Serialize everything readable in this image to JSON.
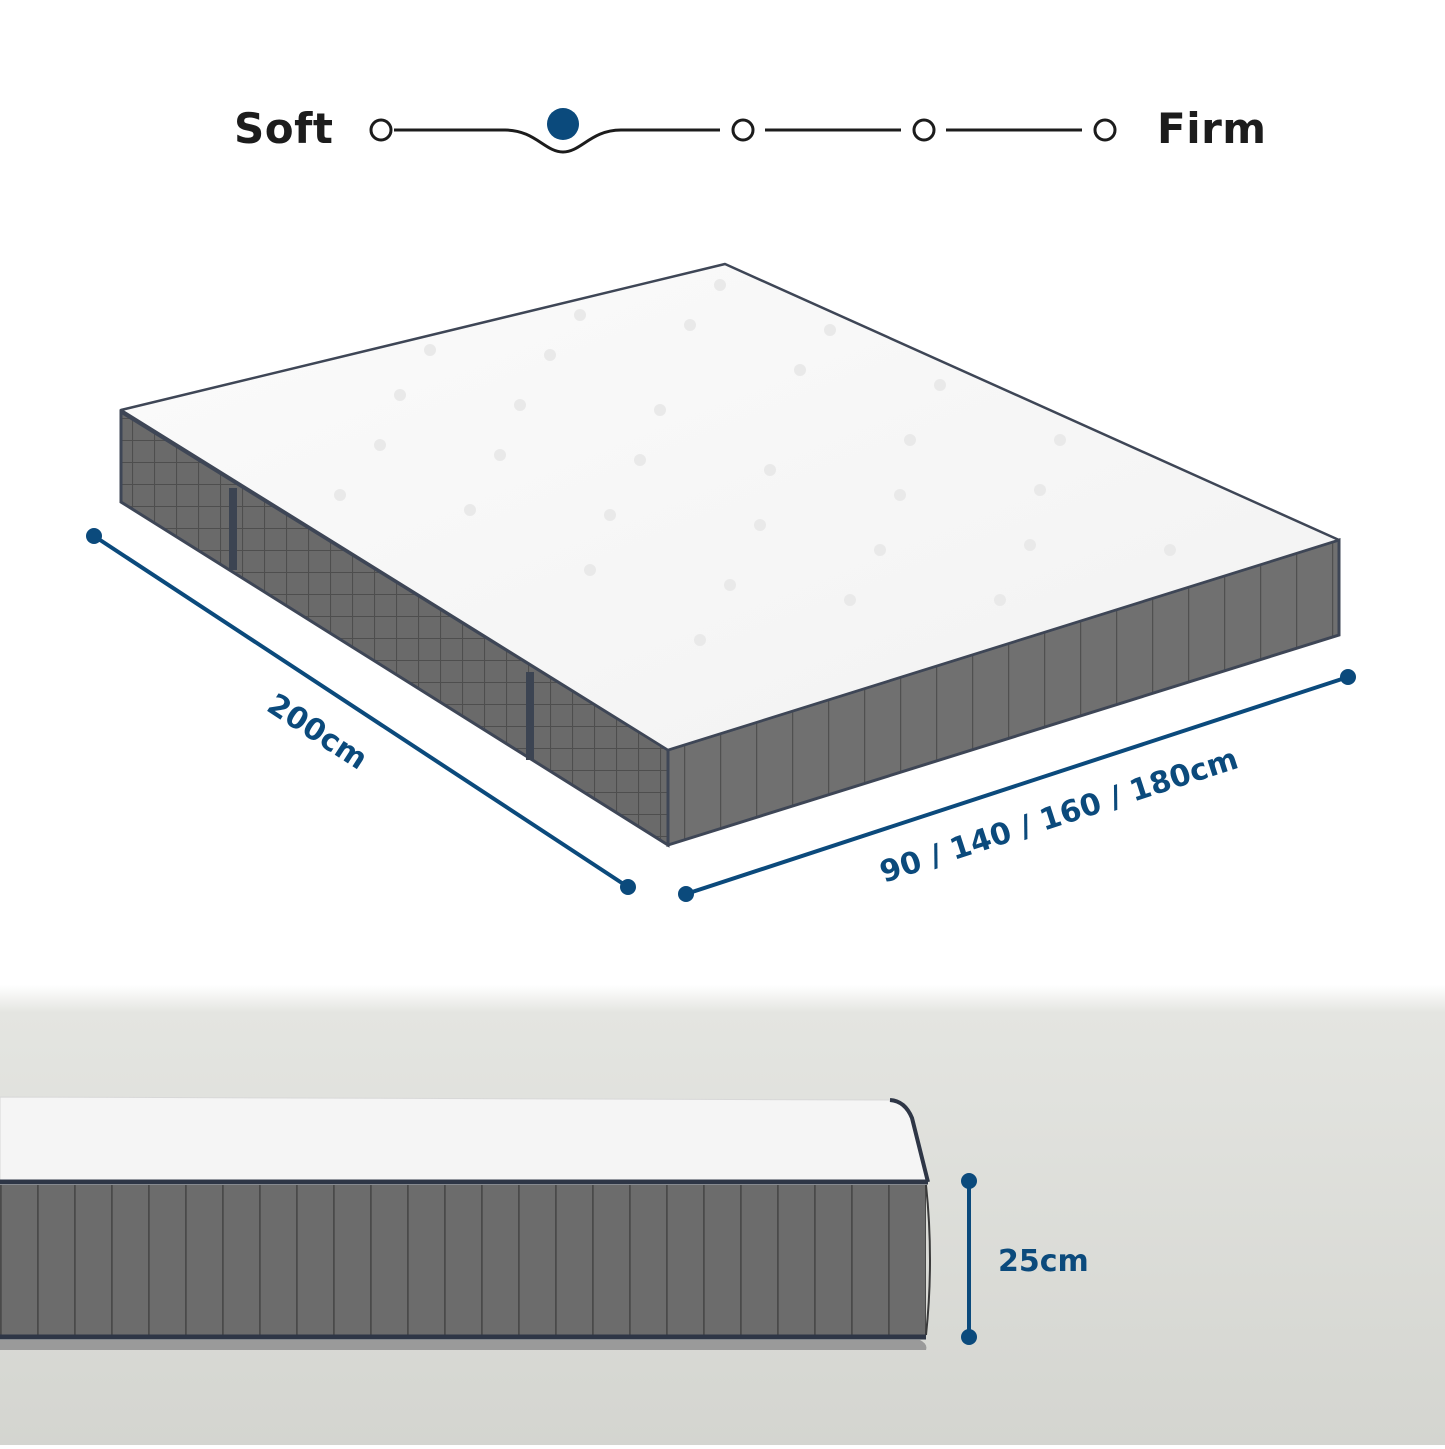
{
  "firmness": {
    "soft_label": "Soft",
    "firm_label": "Firm",
    "levels": 5,
    "selected_level": 2
  },
  "dimensions": {
    "length": "200cm",
    "width": "90 / 140 / 160 / 180cm",
    "height": "25cm"
  },
  "colors": {
    "accent": "#0b4a7c",
    "background": "#ffffff",
    "floor": "#d6d7d2",
    "side_fabric": "#6e6e6e",
    "top_cover": "#f7f7f7",
    "piping": "#3e4656"
  }
}
